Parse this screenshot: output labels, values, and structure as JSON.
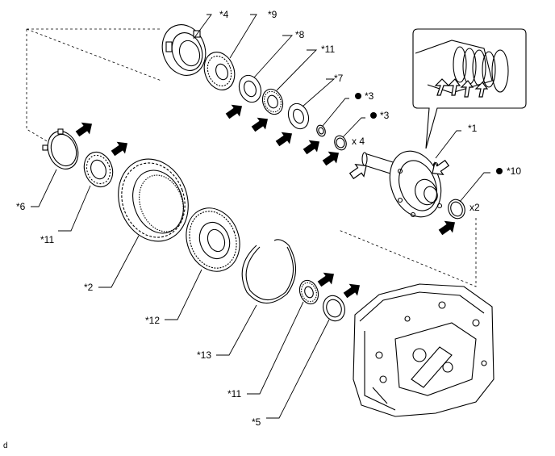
{
  "labels": {
    "p1": "*1",
    "p2": "*2",
    "p3a": "*3",
    "p3b": "*3",
    "p4": "*4",
    "p5": "*5",
    "p6": "*6",
    "p7": "*7",
    "p8": "*8",
    "p9": "*9",
    "p10": "*10",
    "p11a": "*11",
    "p11b": "*11",
    "p11c": "*11",
    "p12": "*12",
    "p13": "*13"
  },
  "quantities": {
    "q3": "x 4",
    "q10": "x2"
  },
  "footer": "d",
  "icons": {
    "grease_dot": "filled-circle-icon",
    "apply_arrow": "solid-arrow-icon",
    "open_arrow": "outline-arrow-icon"
  }
}
